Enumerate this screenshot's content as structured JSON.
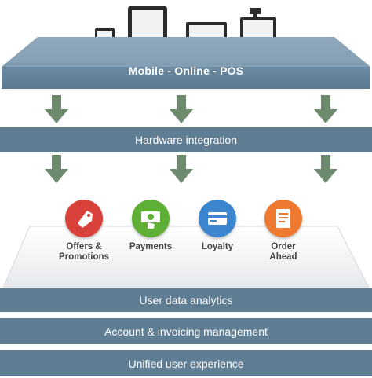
{
  "top": {
    "label": "Mobile - Online - POS"
  },
  "devices": [
    {
      "name": "phone-icon"
    },
    {
      "name": "tablet-icon"
    },
    {
      "name": "laptop-icon"
    },
    {
      "name": "pos-terminal-icon"
    }
  ],
  "layers": {
    "hardware": "Hardware integration",
    "analytics": "User data analytics",
    "account": "Account & invoicing management",
    "unified": "Unified user experience"
  },
  "services": [
    {
      "line1": "Offers &",
      "line2": "Promotions",
      "color": "#d9423a",
      "icon": "tag-icon"
    },
    {
      "line1": "Payments",
      "line2": "",
      "color": "#5fae35",
      "icon": "payment-icon"
    },
    {
      "line1": "Loyalty",
      "line2": "",
      "color": "#3c86cf",
      "icon": "card-icon"
    },
    {
      "line1": "Order",
      "line2": "Ahead",
      "color": "#ee7a32",
      "icon": "order-icon"
    }
  ],
  "colors": {
    "bar": "#5f7d93",
    "arrow": "#6e8a6e",
    "platform": "#6f8ea5"
  }
}
